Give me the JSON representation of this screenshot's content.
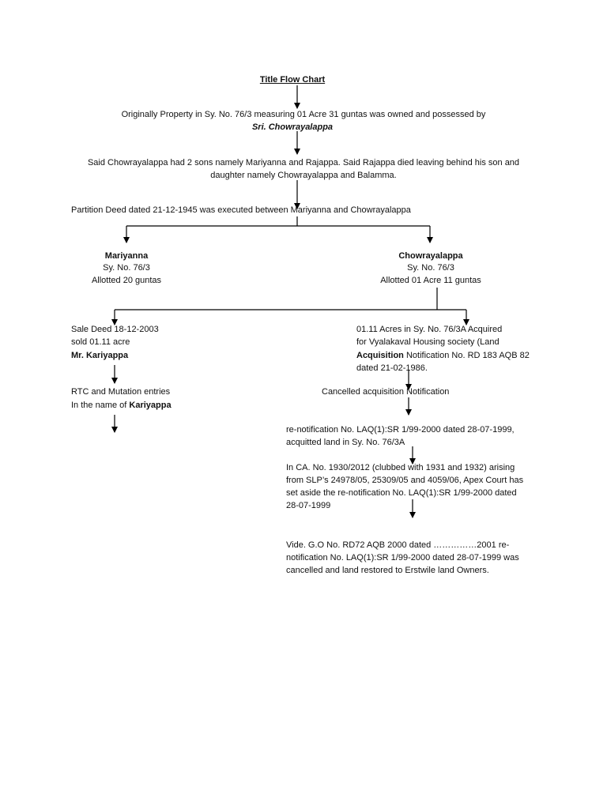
{
  "title": "Title Flow Chart",
  "origin": {
    "line1": "Originally Property in Sy. No. 76/3 measuring 01 Acre 31 guntas was owned and possessed by",
    "line2": "Sri. Chowrayalappa"
  },
  "sons": {
    "line1": "Said Chowrayalappa had 2 sons namely Mariyanna and Rajappa. Said Rajappa died leaving behind his son and",
    "line2": "daughter namely Chowrayalappa and Balamma."
  },
  "partition": "Partition Deed dated 21-12-1945 was executed between Mariyanna and Chowrayalappa",
  "left_branch": {
    "name": "Mariyanna",
    "survey": "Sy. No. 76/3",
    "allotted": "Allotted 20 guntas"
  },
  "right_branch": {
    "name": "Chowrayalappa",
    "survey": "Sy. No. 76/3",
    "allotted": "Allotted 01 Acre 11 guntas"
  },
  "sale_deed": {
    "line1": "Sale Deed 18-12-2003",
    "line2": "sold  01.11 acre",
    "line3": "Mr. Kariyappa"
  },
  "rtc": {
    "line1": "RTC and Mutation entries",
    "line2_prefix": "In the name of ",
    "line2_name": "Kariyappa"
  },
  "acquisition": {
    "line1": "01.11 Acres in Sy. No. 76/3A Acquired",
    "line2": "for Vyalakaval Housing society (Land",
    "line3_bold": "Acquisition",
    "line3_rest": " Notification No. RD 183 AQB 82",
    "line4": "dated 21-02-1986."
  },
  "cancelled": "Cancelled acquisition Notification",
  "renotification": {
    "line1": "re-notification No. LAQ(1):SR 1/99-2000 dated 28-07-1999,",
    "line2": "acquitted land in Sy. No. 76/3A"
  },
  "court": {
    "line1": "In CA. No. 1930/2012 (clubbed with 1931 and 1932) arising",
    "line2": "from SLP’s 24978/05, 25309/05 and 4059/06, Apex Court has",
    "line3": "set aside the re-notification No. LAQ(1):SR 1/99-2000 dated",
    "line4": "28-07-1999"
  },
  "go": {
    "line1": "Vide. G.O No. RD72 AQB 2000 dated ……………2001 re-",
    "line2": "notification No. LAQ(1):SR 1/99-2000 dated 28-07-1999 was",
    "line3": "cancelled and land restored to Erstwile land Owners."
  }
}
